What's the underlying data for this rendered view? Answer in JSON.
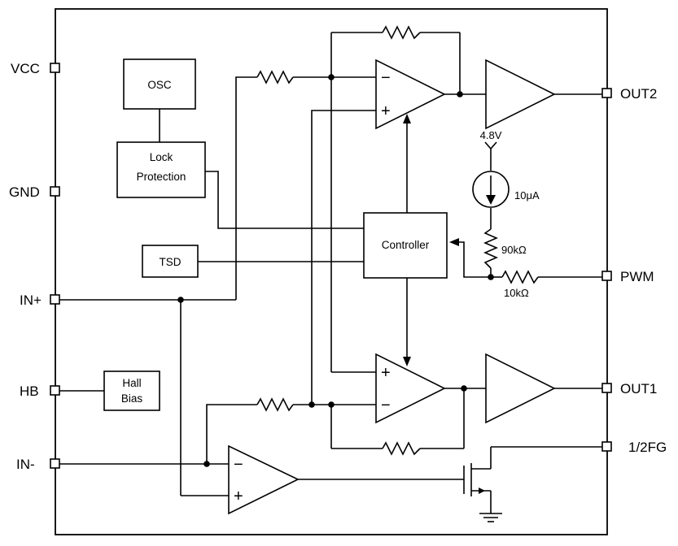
{
  "pins": {
    "vcc": "VCC",
    "gnd": "GND",
    "in_plus": "IN+",
    "hb": "HB",
    "in_minus": "IN-",
    "out2": "OUT2",
    "pwm": "PWM",
    "out1": "OUT1",
    "half_fg": "1/2FG"
  },
  "blocks": {
    "osc": "OSC",
    "lock_line1": "Lock",
    "lock_line2": "Protection",
    "tsd": "TSD",
    "hall_line1": "Hall",
    "hall_line2": "Bias",
    "controller": "Controller"
  },
  "components": {
    "voltage": "4.8V",
    "current": "10μA",
    "r_pullup": "90kΩ",
    "r_series": "10kΩ"
  },
  "signs": {
    "minus": "−",
    "plus": "+"
  }
}
